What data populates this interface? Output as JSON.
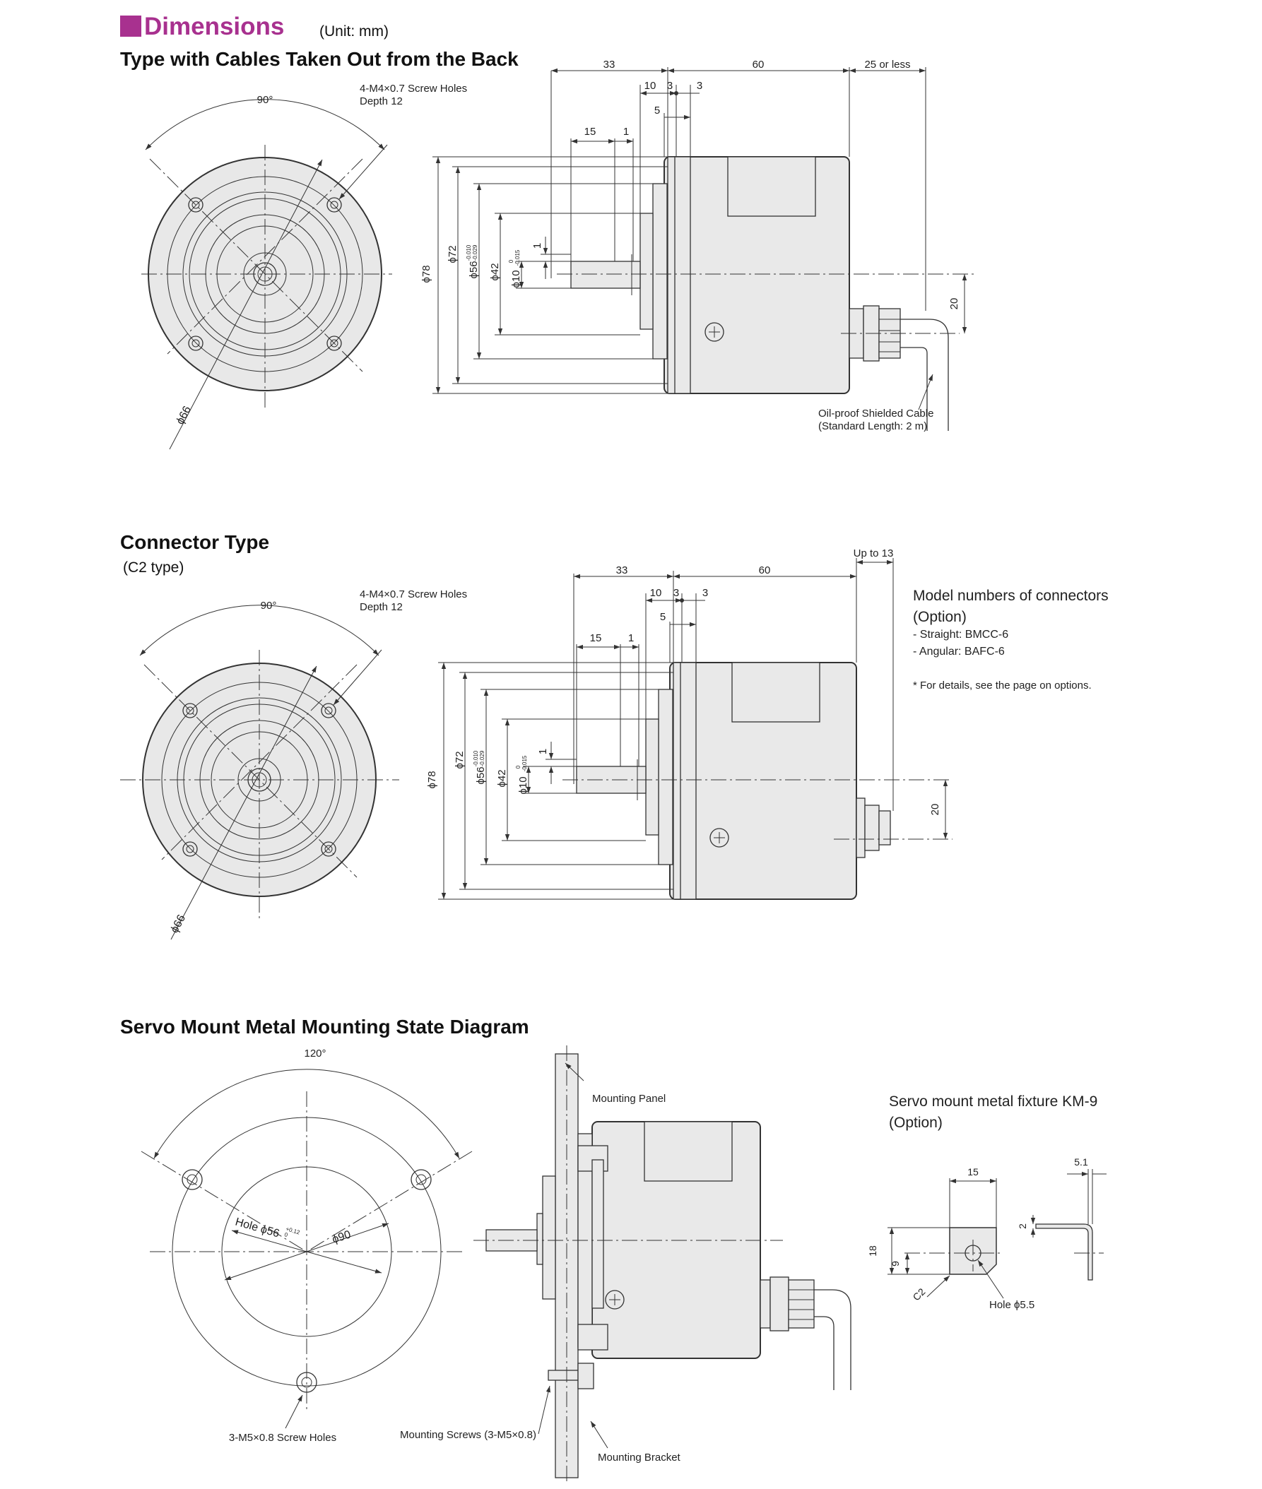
{
  "header": {
    "title": "Dimensions",
    "unit": "(Unit: mm)",
    "accent_color": "#a8318f"
  },
  "section_back": {
    "title": "Type with Cables Taken Out from the Back",
    "angle": "90°",
    "screw_holes_1": "4-M4×0.7 Screw Holes",
    "screw_holes_2": "Depth 12",
    "dia_pcd": "ϕ66",
    "dim_33": "33",
    "dim_60": "60",
    "dim_25": "25 or less",
    "dim_10": "10",
    "dim_3a": "3",
    "dim_3b": "3",
    "dim_5": "5",
    "dim_15": "15",
    "dim_1": "1",
    "dia_78": "ϕ78",
    "dia_72": "ϕ72",
    "dia_56": "ϕ56",
    "dia_56_tol_upper": "-0.010",
    "dia_56_tol_lower": "-0.029",
    "dia_42": "ϕ42",
    "dia_10": "ϕ10",
    "dia_10_tol_upper": "0",
    "dia_10_tol_lower": "-0.015",
    "dim_1_shaft": "1",
    "dim_20": "20",
    "cable_label_1": "Oil-proof Shielded Cable",
    "cable_label_2": "(Standard Length: 2 m)"
  },
  "section_connector": {
    "title": "Connector Type",
    "subtitle": "(C2 type)",
    "angle": "90°",
    "screw_holes_1": "4-M4×0.7 Screw Holes",
    "screw_holes_2": "Depth 12",
    "dia_pcd": "ϕ66",
    "dim_33": "33",
    "dim_60": "60",
    "dim_up13": "Up to 13",
    "dim_10": "10",
    "dim_3a": "3",
    "dim_3b": "3",
    "dim_5": "5",
    "dim_15": "15",
    "dim_1": "1",
    "dia_78": "ϕ78",
    "dia_72": "ϕ72",
    "dia_56": "ϕ56",
    "dia_56_tol_upper": "-0.010",
    "dia_56_tol_lower": "-0.029",
    "dia_42": "ϕ42",
    "dia_10": "ϕ10",
    "dia_10_tol_upper": "0",
    "dia_10_tol_lower": "-0.015",
    "dim_1_shaft": "1",
    "dim_20": "20",
    "models_title_1": "Model numbers of connectors",
    "models_title_2": "(Option)",
    "model_straight": "- Straight: BMCC-6",
    "model_angular": "- Angular: BAFC-6",
    "models_note": "* For details, see the page on options."
  },
  "section_servo": {
    "title": "Servo Mount Metal Mounting State Diagram",
    "angle": "120°",
    "hole_label": "Hole ϕ56",
    "hole_tol_upper": "+0.12",
    "hole_tol_lower": "0",
    "dia_90": "ϕ90",
    "screw_holes": "3-M5×0.8 Screw Holes",
    "mounting_panel": "Mounting Panel",
    "mounting_screws": "Mounting Screws (3-M5×0.8)",
    "mounting_bracket": "Mounting Bracket",
    "fixture_title_1": "Servo mount metal fixture KM-9",
    "fixture_title_2": "(Option)",
    "fx_15": "15",
    "fx_51": "5.1",
    "fx_2": "2",
    "fx_18": "18",
    "fx_9": "9",
    "fx_c2": "C2",
    "fx_hole": "Hole ϕ5.5"
  }
}
